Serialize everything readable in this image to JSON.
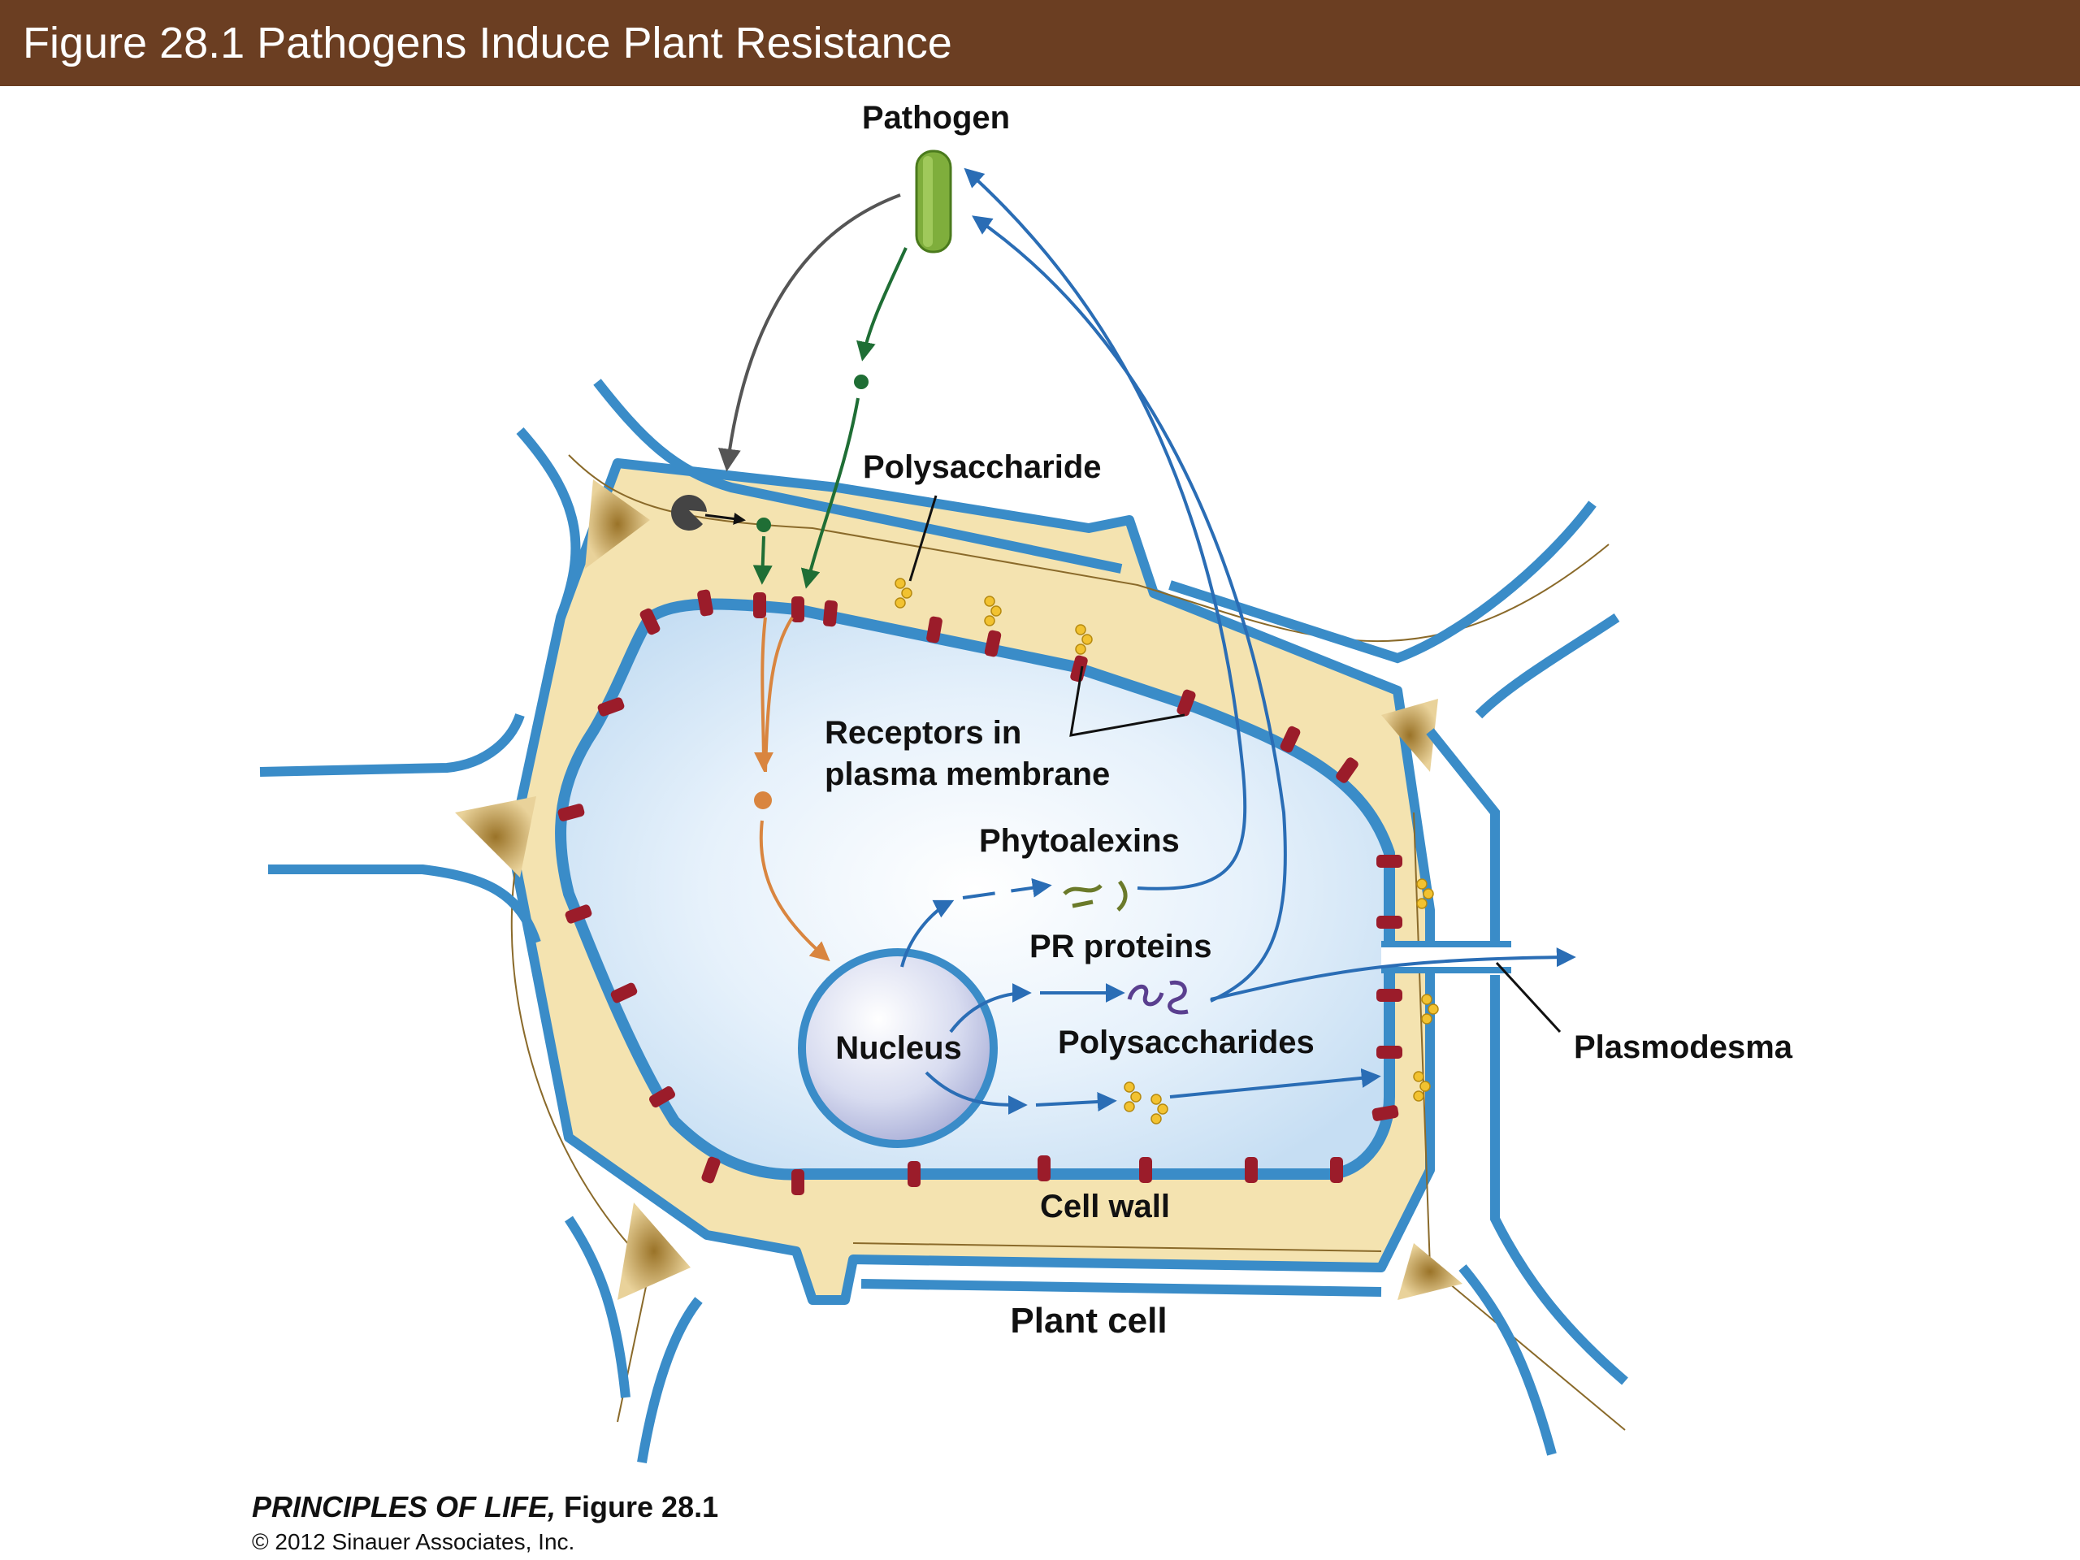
{
  "header": {
    "title": "Figure 28.1  Pathogens Induce Plant Resistance"
  },
  "labels": {
    "pathogen": "Pathogen",
    "polysaccharide": "Polysaccharide",
    "receptors_line1": "Receptors in",
    "receptors_line2": "plasma membrane",
    "phytoalexins": "Phytoalexins",
    "pr_proteins": "PR proteins",
    "polysaccharides": "Polysaccharides",
    "nucleus": "Nucleus",
    "plasmodesma": "Plasmodesma",
    "cell_wall": "Cell wall",
    "plant_cell": "Plant cell"
  },
  "credit": {
    "book": "PRINCIPLES OF LIFE,",
    "figure": "Figure 28.1",
    "copyright": "© 2012 Sinauer Associates, Inc."
  },
  "colors": {
    "header_bg": "#6b3e22",
    "membrane_blue": "#3a8cc8",
    "wall_cream": "#f4e3b0",
    "middle_lamella": "#b08a3a",
    "cytoplasm": "#dcebf8",
    "receptor_red": "#9b1c2a",
    "pathogen_green": "#7fae3c",
    "signal_green": "#1f6e35",
    "signal_orange": "#d9853f",
    "arrow_blue": "#2a6db5",
    "arrow_gray": "#555555",
    "polysaccharide_yellow": "#f2c230"
  }
}
